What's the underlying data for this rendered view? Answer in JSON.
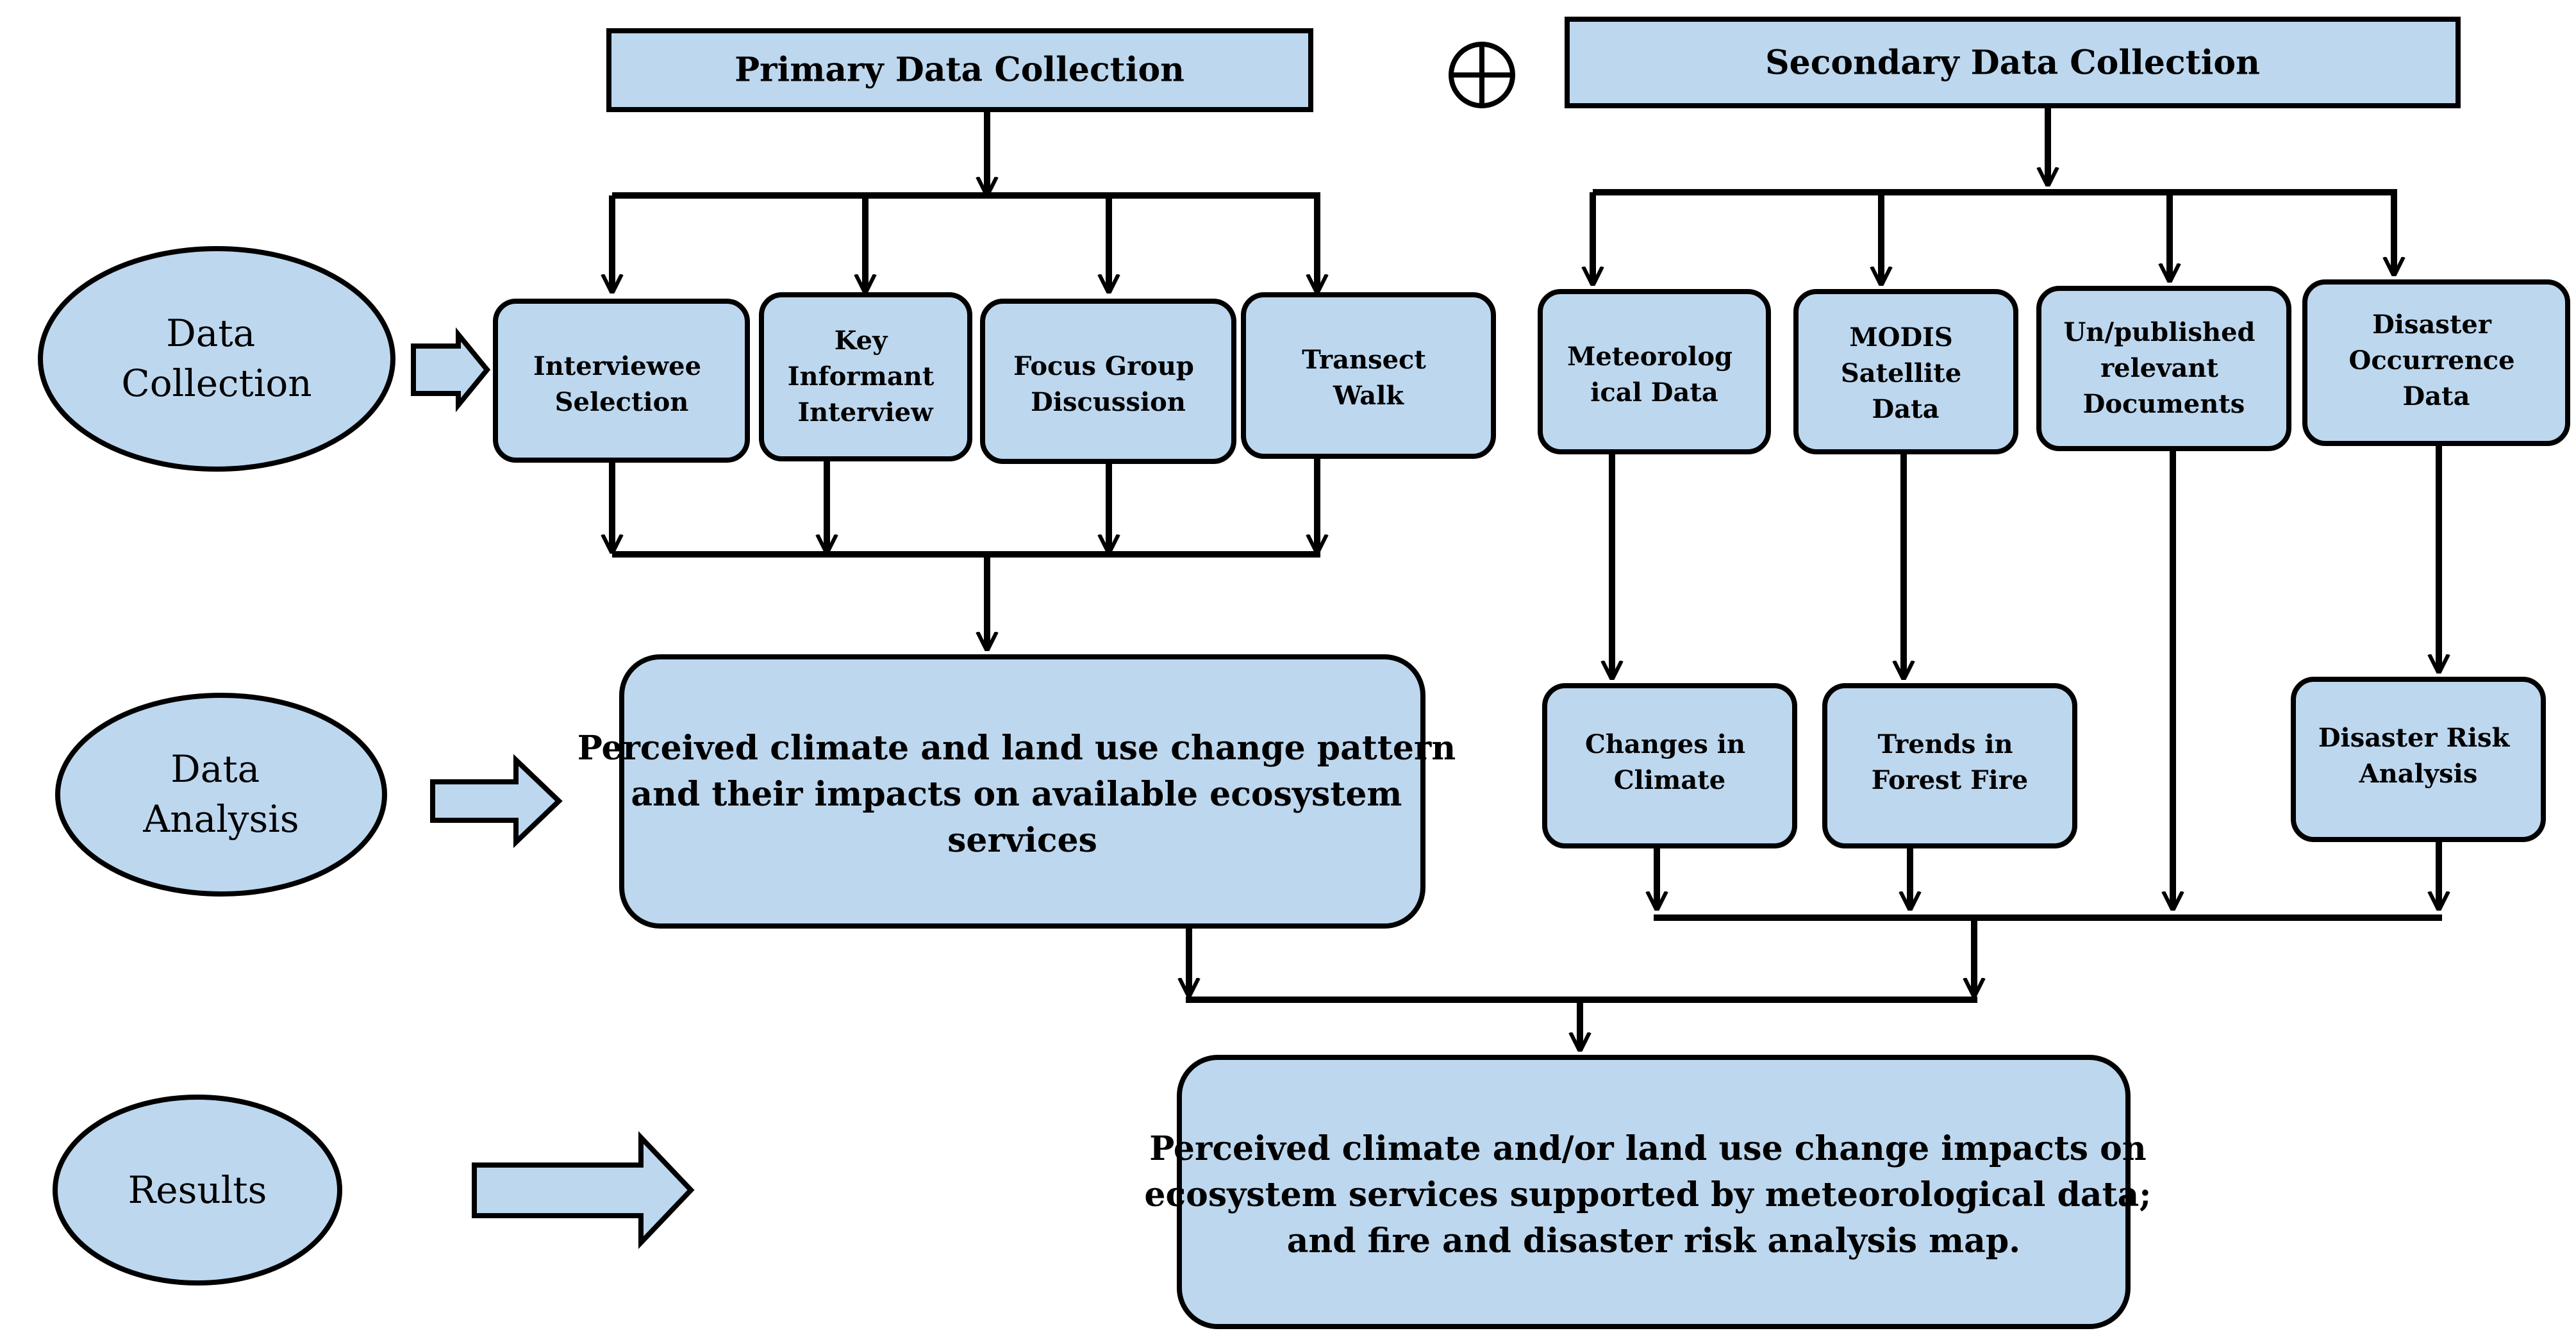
{
  "colors": {
    "box_fill": "#bdd7ee",
    "stroke": "#000000",
    "background": "#ffffff"
  },
  "headers": {
    "primary": "Primary Data Collection",
    "secondary": "Secondary Data Collection",
    "combine_symbol_icon": "circled-plus-icon"
  },
  "stages": [
    {
      "lines": [
        "Data",
        "Collection"
      ]
    },
    {
      "lines": [
        "Data",
        "Analysis"
      ]
    },
    {
      "lines": [
        "Results"
      ]
    }
  ],
  "primary_methods": [
    {
      "lines": [
        "Interviewee",
        "Selection"
      ]
    },
    {
      "lines": [
        "Key",
        "Informant",
        "Interview"
      ]
    },
    {
      "lines": [
        "Focus Group",
        "Discussion"
      ]
    },
    {
      "lines": [
        "Transect",
        "Walk"
      ]
    }
  ],
  "secondary_sources": [
    {
      "lines": [
        "Meteorolog",
        "ical Data"
      ]
    },
    {
      "lines": [
        "MODIS",
        "Satellite",
        "Data"
      ]
    },
    {
      "lines": [
        "Un/published",
        "relevant",
        "Documents"
      ]
    },
    {
      "lines": [
        "Disaster",
        "Occurrence",
        "Data"
      ]
    }
  ],
  "secondary_analyses": [
    {
      "lines": [
        "Changes in",
        "Climate"
      ]
    },
    {
      "lines": [
        "Trends in",
        "Forest Fire"
      ]
    },
    {
      "lines": [
        "Disaster Risk",
        "Analysis"
      ]
    }
  ],
  "primary_analysis": {
    "lines": [
      "Perceived climate and land use change pattern",
      "and their impacts on available ecosystem",
      "services"
    ]
  },
  "results_box": {
    "lines": [
      "Perceived climate and/or land use change impacts on",
      "ecosystem services supported by meteorological data;",
      "and fire and disaster risk analysis map."
    ]
  }
}
